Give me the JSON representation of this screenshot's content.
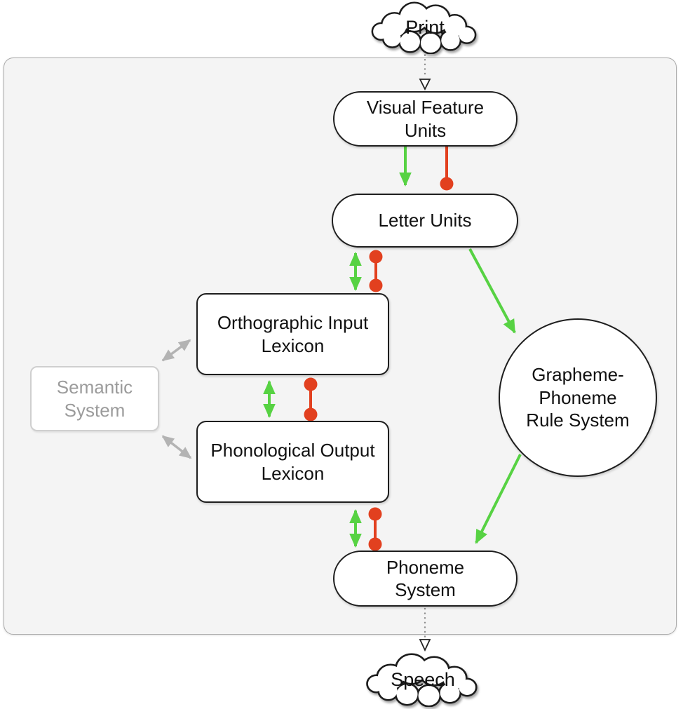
{
  "diagram": {
    "clouds": {
      "print": {
        "label": "Print"
      },
      "speech": {
        "label": "Speech"
      }
    },
    "nodes": {
      "visual_feature_units": {
        "label": "Visual Feature\nUnits"
      },
      "letter_units": {
        "label": "Letter Units"
      },
      "orthographic_input_lexicon": {
        "label": "Orthographic Input\nLexicon"
      },
      "semantic_system": {
        "label": "Semantic\nSystem"
      },
      "phonological_output_lexicon": {
        "label": "Phonological Output\nLexicon"
      },
      "grapheme_phoneme_rule_system": {
        "label": "Grapheme-\nPhoneme\nRule System"
      },
      "phoneme_system": {
        "label": "Phoneme\nSystem"
      }
    },
    "colors": {
      "excitatory_green": "#57d243",
      "inhibitory_red": "#e2401f",
      "semantic_gray": "#b3b3b3",
      "panel_background": "#f4f4f4",
      "node_border": "#1e1e1e",
      "muted_text": "#9b9b9b"
    },
    "edges": [
      {
        "from": "print",
        "to": "visual_feature_units",
        "type": "dotted"
      },
      {
        "from": "visual_feature_units",
        "to": "letter_units",
        "type": "excitatory"
      },
      {
        "from": "visual_feature_units",
        "to": "letter_units",
        "type": "inhibitory"
      },
      {
        "from": "letter_units",
        "to": "orthographic_input_lexicon",
        "type": "excitatory-bidirectional"
      },
      {
        "from": "letter_units",
        "to": "orthographic_input_lexicon",
        "type": "inhibitory-bidirectional"
      },
      {
        "from": "letter_units",
        "to": "grapheme_phoneme_rule_system",
        "type": "excitatory"
      },
      {
        "from": "semantic_system",
        "to": "orthographic_input_lexicon",
        "type": "gray-bidirectional"
      },
      {
        "from": "semantic_system",
        "to": "phonological_output_lexicon",
        "type": "gray-bidirectional"
      },
      {
        "from": "orthographic_input_lexicon",
        "to": "phonological_output_lexicon",
        "type": "excitatory-bidirectional"
      },
      {
        "from": "orthographic_input_lexicon",
        "to": "phonological_output_lexicon",
        "type": "inhibitory-bidirectional"
      },
      {
        "from": "phonological_output_lexicon",
        "to": "phoneme_system",
        "type": "excitatory-bidirectional"
      },
      {
        "from": "phonological_output_lexicon",
        "to": "phoneme_system",
        "type": "inhibitory-bidirectional"
      },
      {
        "from": "grapheme_phoneme_rule_system",
        "to": "phoneme_system",
        "type": "excitatory"
      },
      {
        "from": "phoneme_system",
        "to": "speech",
        "type": "dotted"
      }
    ]
  }
}
